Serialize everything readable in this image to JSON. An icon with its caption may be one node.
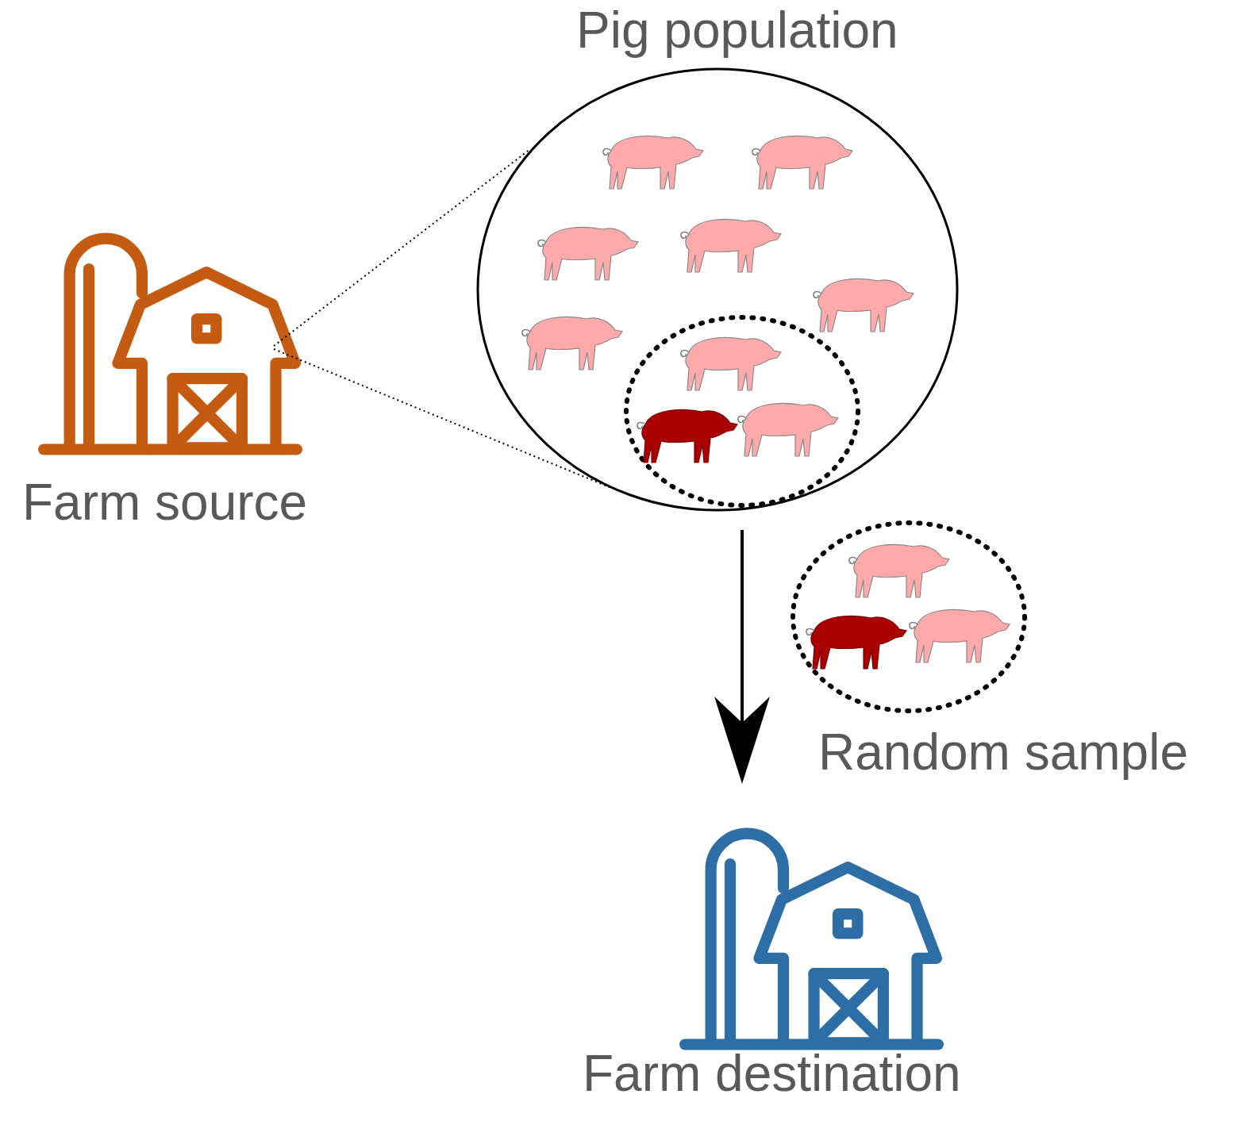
{
  "diagram": {
    "nodes": [
      {
        "text": [
          "Farm source"
        ]
      },
      {
        "text": [
          "Pig population"
        ]
      },
      {
        "text": [],
        "shape": "circle",
        "in": 1
      },
      {
        "text": [
          "Random sample"
        ]
      },
      {
        "text": [
          "Farm destination"
        ]
      }
    ],
    "edges": [
      {
        "from": 0,
        "to": 1,
        "arrow": "none",
        "style": "dashed"
      },
      {
        "from": 0,
        "to": 1,
        "arrow": "none",
        "style": "dashed"
      },
      {
        "from": 1,
        "to": 4,
        "arrow": "to"
      }
    ]
  }
}
